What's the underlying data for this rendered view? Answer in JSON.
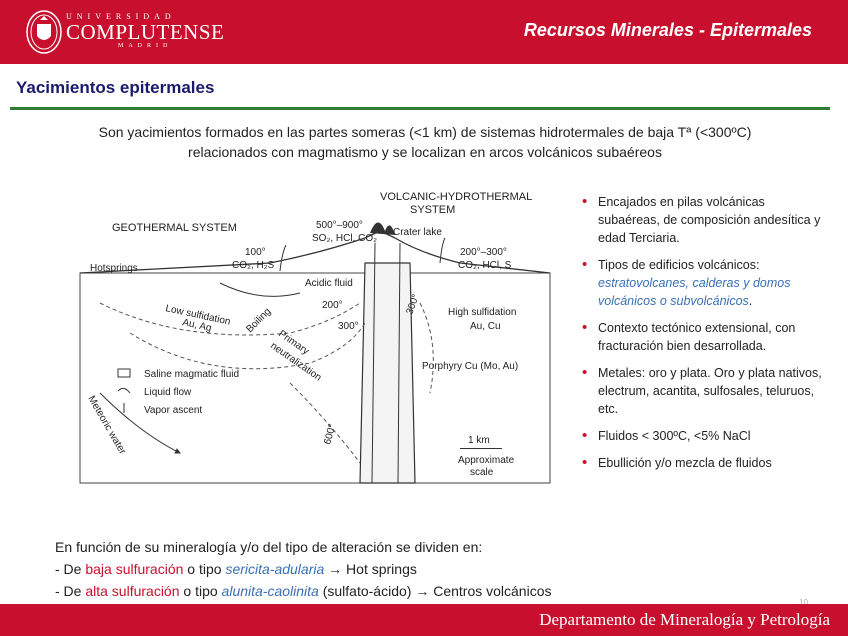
{
  "header": {
    "logo_top": "UNIVERSIDAD",
    "logo_main": "COMPLUTENSE",
    "logo_bottom": "MADRID",
    "title": "Recursos Minerales - Epitermales"
  },
  "section_title": "Yacimientos epitermales",
  "intro": {
    "line1": "Son yacimientos formados en las partes someras (<1 km) de sistemas hidrotermales de baja Tª (<300ºC)",
    "line2": "relacionados con magmatismo y se localizan en arcos volcánicos subaéreos"
  },
  "figure": {
    "geothermal": "GEOTHERMAL SYSTEM",
    "volcanic1": "VOLCANIC-HYDROTHERMAL",
    "volcanic2": "SYSTEM",
    "t_500": "500°–900°",
    "gas_500": "SO₂, HCl, CO₂",
    "crater": "Crater lake",
    "t_100": "100°",
    "gas_100": "CO₂, H₂S",
    "t_200": "200°–300°",
    "gas_200": "CO₂, HCl, S",
    "hotsprings": "Hotsprings",
    "acidic": "Acidic fluid",
    "iso200": "200°",
    "iso300a": "300°",
    "iso300b": "300°",
    "iso600": "600°",
    "lowsulf": "Low sulfidation",
    "auag": "Au, Ag",
    "boiling": "Boiling",
    "primary": "Primary",
    "neutral": "neutralization",
    "highsulf": "High sulfidation",
    "aucu": "Au, Cu",
    "porphyry": "Porphyry Cu (Mo, Au)",
    "leg_saline": "Saline magmatic fluid",
    "leg_liquid": "Liquid flow",
    "leg_vapor": "Vapor ascent",
    "meteoric": "Meteoric water",
    "km": "1 km",
    "approx": "Approximate",
    "scale": "scale"
  },
  "bullets": {
    "b1": "Encajados en pilas volcánicas subaéreas,  de composición andesítica y edad Terciaria.",
    "b2_pre": "Tipos de edificios volcánicos: ",
    "b2_it": "estratovolcanes, calderas y domos volcánicos o subvolcánicos",
    "b2_post": ".",
    "b3": "Contexto tectónico extensional, con fracturación bien desarrollada.",
    "b4": "Metales: oro y plata. Oro y plata nativos, electrum, acantita, sulfosales, teluruos, etc.",
    "b5": "Fluidos < 300ºC, <5% NaCl",
    "b6": "Ebullición y/o mezcla de fluidos"
  },
  "bottom": {
    "line1": "En función de su mineralogía y/o del tipo de alteración se dividen en:",
    "l2_a": "- De ",
    "l2_red": "baja sulfuración",
    "l2_b": " o tipo ",
    "l2_blue": "sericita-adularia",
    "l2_c": " → Hot springs",
    "l3_a": "- De ",
    "l3_red": "alta sulfuración",
    "l3_b": " o tipo ",
    "l3_blue": "alunita-caolinita",
    "l3_c": " (sulfato-ácido) → Centros volcánicos"
  },
  "footer": "Departamento de Mineralogía y Petrología",
  "page_number": "10",
  "colors": {
    "brand_red": "#c8102e",
    "title_blue": "#1a1a6e",
    "rule_green": "#2e7d32",
    "link_blue": "#3a6fb5"
  }
}
